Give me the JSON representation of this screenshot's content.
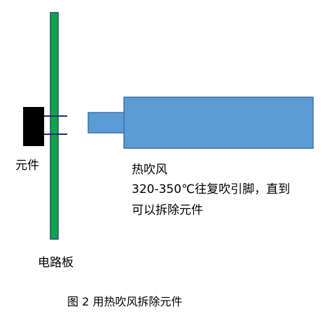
{
  "labels": {
    "component": "元件",
    "circuit_board": "电路板",
    "heat_gun_title": "热吹风",
    "heat_gun_description": "320-350℃往复吹引脚，直到可以拆除元件"
  },
  "caption": "图 2 用热吹风拆除元件",
  "colors": {
    "board_fill": "#13a34a",
    "board_stroke": "#1f4e79",
    "component_fill": "#000000",
    "leads": "#1f2f6b",
    "gun_fill": "#5b9bd5",
    "gun_stroke": "#41719c"
  }
}
